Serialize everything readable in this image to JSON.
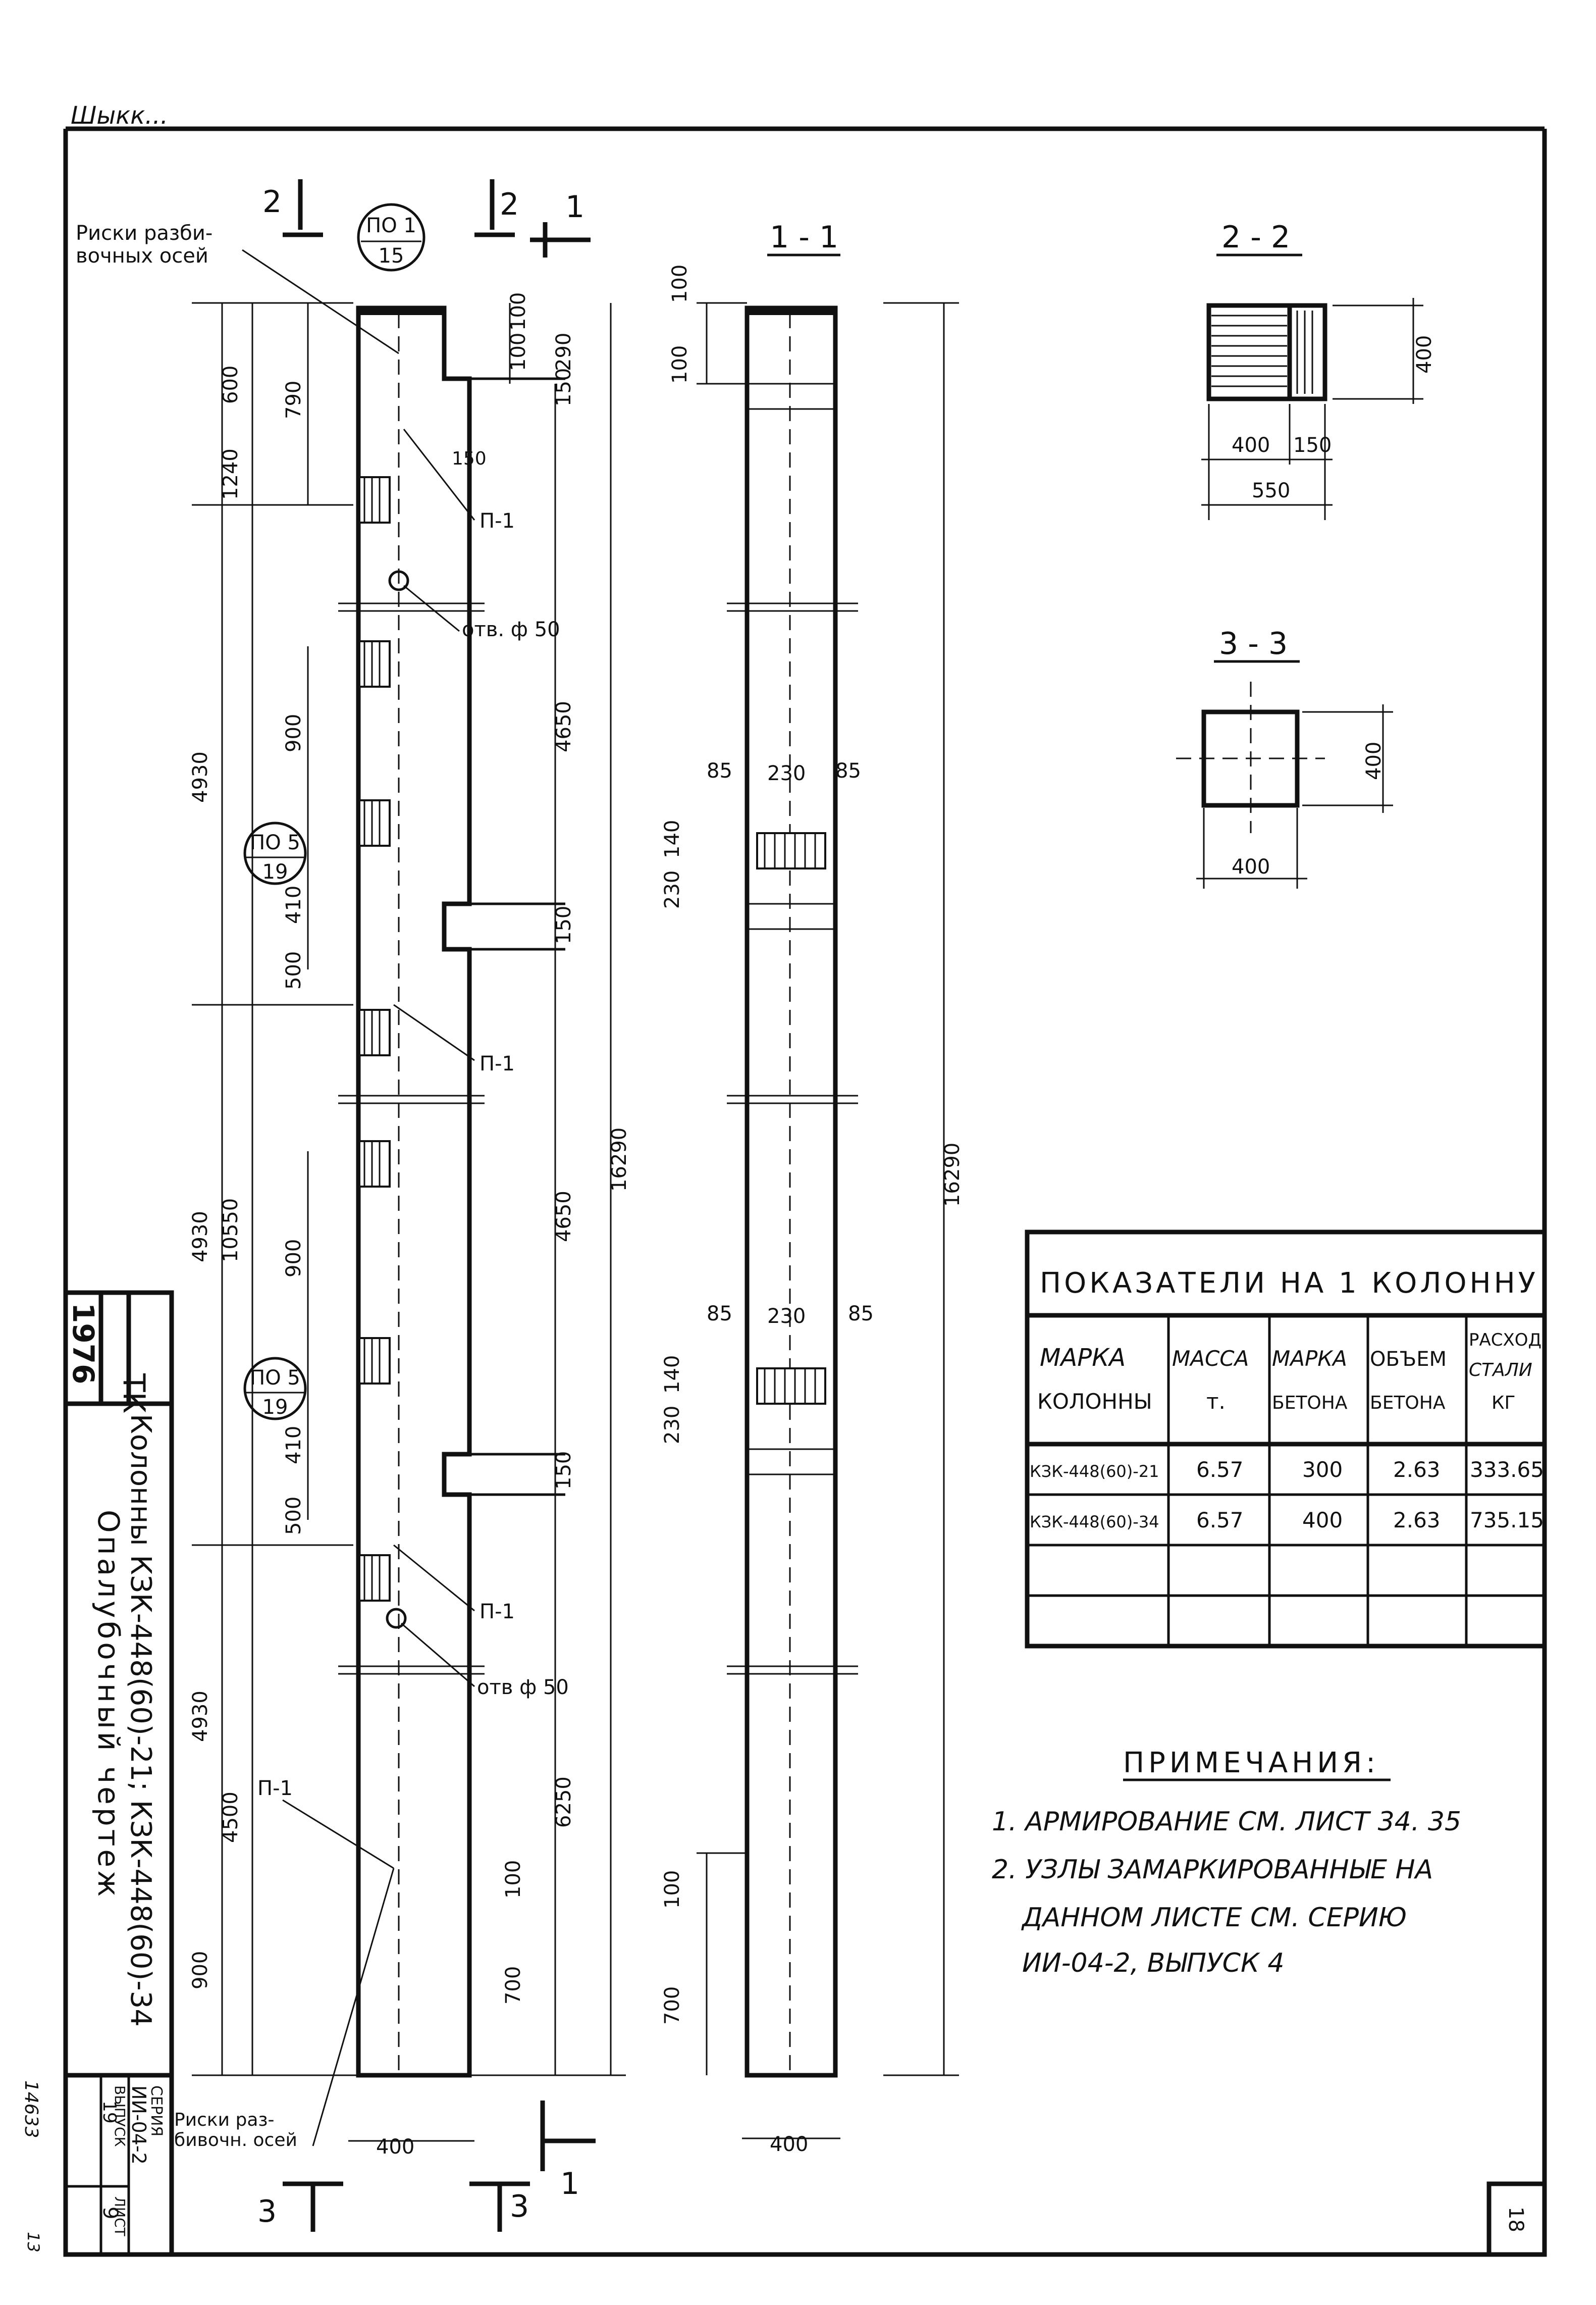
{
  "corner_scribble": "Шыкк...",
  "page_number": "18",
  "archive_number": "14633",
  "archive_sub": "13",
  "left_view": {
    "top_dims": [
      "600",
      "100",
      "100",
      "290",
      "150",
      "150"
    ],
    "left_dims": [
      "1240",
      "790",
      "4930",
      "900",
      "410",
      "500",
      "4930",
      "10550",
      "900",
      "410",
      "500",
      "4930",
      "4500",
      "900"
    ],
    "right_dims": [
      "4650",
      "150",
      "4650",
      "150",
      "6250",
      "100",
      "700"
    ],
    "total_height": "16290",
    "bottom_width": "400",
    "labels": {
      "axes_top": "Риски разби-\nвочных осей",
      "axes_bottom": "Риски раз-\nбивочн. осей",
      "p1": "П-1",
      "hole1": "отв. ф 50",
      "hole2": "отв ф 50"
    },
    "node_markers": [
      {
        "top": "ПО 1",
        "bottom": "15"
      },
      {
        "top": "ПО 5",
        "bottom": "19"
      },
      {
        "top": "ПО 5",
        "bottom": "19"
      }
    ],
    "cut_marks": {
      "top_2": "2",
      "top_1": "1",
      "bottom_3": "3",
      "bottom_1": "1"
    }
  },
  "section_1_1": {
    "title": "1 - 1",
    "dims": [
      "100",
      "100",
      "85",
      "230",
      "85",
      "140",
      "230",
      "85",
      "230",
      "85",
      "140",
      "230",
      "100",
      "700"
    ],
    "total_height": "16290",
    "bottom_width": "400"
  },
  "section_2_2": {
    "title": "2 - 2",
    "dims": [
      "400",
      "400",
      "150",
      "550"
    ]
  },
  "section_3_3": {
    "title": "3 - 3",
    "dims": [
      "400",
      "400"
    ]
  },
  "table": {
    "title": "ПОКАЗАТЕЛИ НА 1 КОЛОННУ",
    "headers": [
      [
        "МАРКА",
        "КОЛОННЫ"
      ],
      [
        "МАССА",
        "т."
      ],
      [
        "МАРКА",
        "БЕТОНА"
      ],
      [
        "ОБЪЕМ",
        "БЕТОНА"
      ],
      [
        "РАСХОД",
        "СТАЛИ",
        "КГ"
      ]
    ],
    "rows": [
      [
        "КЗК-448(60)-21",
        "6.57",
        "300",
        "2.63",
        "333.65"
      ],
      [
        "КЗК-448(60)-34",
        "6.57",
        "400",
        "2.63",
        "735.15"
      ],
      [
        "",
        "",
        "",
        "",
        ""
      ],
      [
        "",
        "",
        "",
        "",
        ""
      ]
    ]
  },
  "notes": {
    "title": "ПРИМЕЧАНИЯ:",
    "lines": [
      "1. АРМИРОВАНИЕ СМ. ЛИСТ 34. 35",
      "2. УЗЛЫ ЗАМАРКИРОВАННЫЕ НА",
      "ДАННОМ ЛИСТЕ СМ. СЕРИЮ",
      "ИИ-04-2, ВЫПУСК 4"
    ]
  },
  "title_block": {
    "code": "ТК",
    "year": "1976",
    "title_line1": "Колонны КЗК-448(60)-21; КЗК-448(60)-34",
    "title_line2": "Опалубочный чертеж",
    "series_label": "СЕРИЯ",
    "series": "ИИ-04-2",
    "issue_label": "ВЫПУСК",
    "issue": "19",
    "sheet_label": "ЛИСТ",
    "sheet": "9"
  }
}
